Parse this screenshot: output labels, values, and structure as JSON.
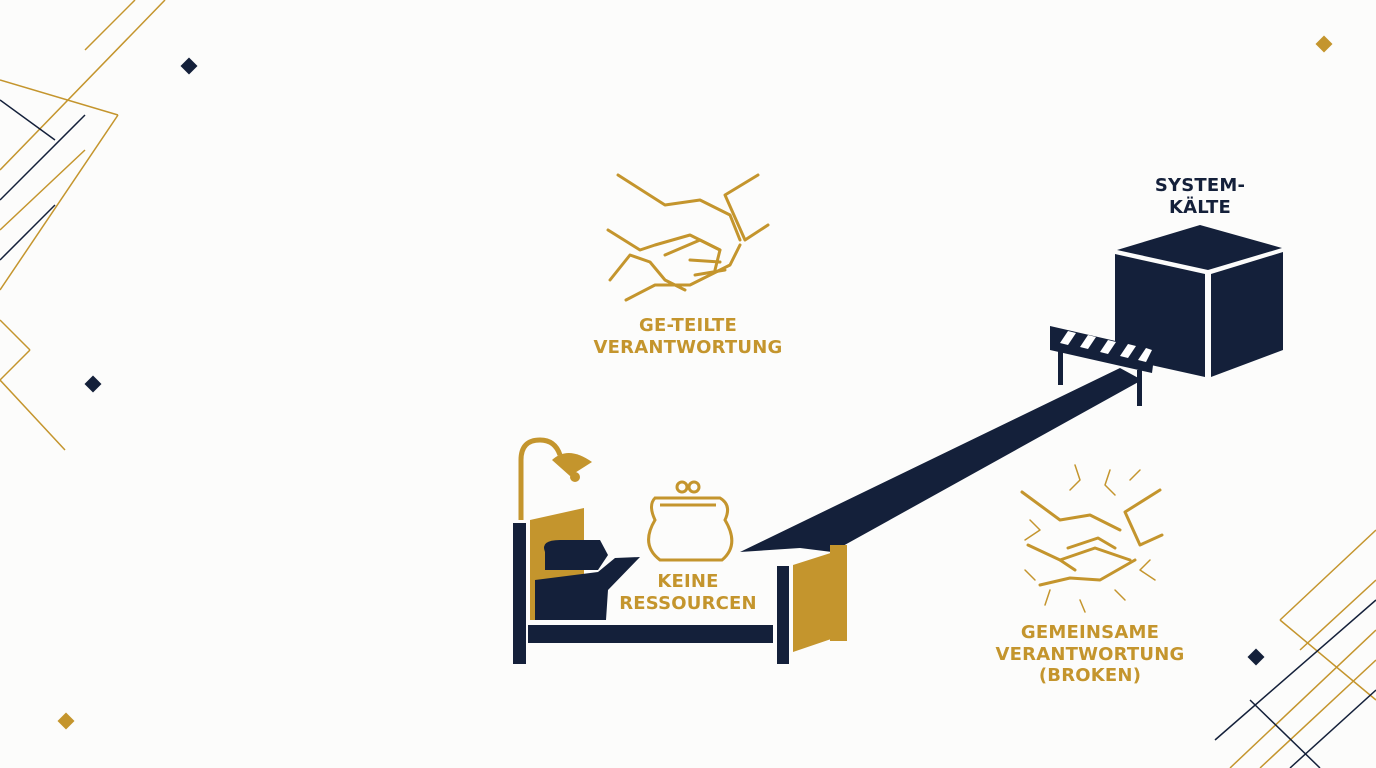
{
  "colors": {
    "navy": "#14203a",
    "gold": "#c4952d",
    "background": "#fcfcfb"
  },
  "labels": {
    "shared_responsibility": [
      "GE-TEILTE",
      "VERANTWORTUNG"
    ],
    "system_coldness": [
      "SYSTEM-",
      "KÄLTE"
    ],
    "no_resources": [
      "KEINE",
      "RESSOURCEN"
    ],
    "shared_responsibility_broken": [
      "GEMEINSAME",
      "VERANTWORTUNG",
      "(BROKEN)"
    ]
  },
  "icons": [
    "handshake-icon",
    "cube-icon",
    "barrier-icon",
    "bed-icon",
    "lamp-icon",
    "purse-icon",
    "broken-handshake-icon"
  ]
}
